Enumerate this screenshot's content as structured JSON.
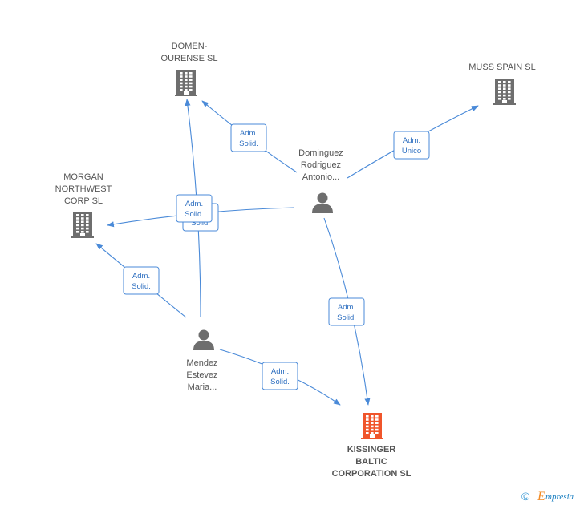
{
  "colors": {
    "edge": "#4a8ad8",
    "company": "#6e6e6e",
    "focus_company": "#f0552b",
    "person": "#6e6e6e",
    "label": "#555555"
  },
  "companies": [
    {
      "id": "domen",
      "lines": [
        "DOMEN-",
        "OURENSE SL"
      ],
      "icon": "building-icon"
    },
    {
      "id": "muss",
      "lines": [
        "MUSS SPAIN SL"
      ],
      "icon": "building-icon"
    },
    {
      "id": "morgan",
      "lines": [
        "MORGAN",
        "NORTHWEST",
        "CORP SL"
      ],
      "icon": "building-icon"
    },
    {
      "id": "kissinger",
      "lines": [
        "KISSINGER",
        "BALTIC",
        "CORPORATION SL"
      ],
      "icon": "building-icon",
      "focus": true
    }
  ],
  "people": [
    {
      "id": "dominguez",
      "lines": [
        "Dominguez",
        "Rodriguez",
        "Antonio..."
      ],
      "icon": "person-icon"
    },
    {
      "id": "mendez",
      "lines": [
        "Mendez",
        "Estevez",
        "Maria..."
      ],
      "icon": "person-icon"
    }
  ],
  "edges": [
    {
      "id": "dom-domen",
      "from": "dominguez",
      "to": "domen",
      "label": [
        "Adm.",
        "Solid."
      ]
    },
    {
      "id": "dom-muss",
      "from": "dominguez",
      "to": "muss",
      "label": [
        "Adm.",
        "Unico"
      ]
    },
    {
      "id": "dom-morgan",
      "from": "dominguez",
      "to": "morgan",
      "label": [
        "Adm.",
        "Solid."
      ]
    },
    {
      "id": "dom-kiss",
      "from": "dominguez",
      "to": "kissinger",
      "label": [
        "Adm.",
        "Solid."
      ]
    },
    {
      "id": "men-domen",
      "from": "mendez",
      "to": "domen",
      "label": [
        "Adm.",
        "Solid."
      ]
    },
    {
      "id": "men-morgan",
      "from": "mendez",
      "to": "morgan",
      "label": [
        "Adm.",
        "Solid."
      ]
    },
    {
      "id": "men-kiss",
      "from": "mendez",
      "to": "kissinger",
      "label": [
        "Adm.",
        "Solid."
      ]
    }
  ],
  "watermark": {
    "copyright": "©",
    "brand_initial": "E",
    "brand_rest": "mpresia"
  }
}
